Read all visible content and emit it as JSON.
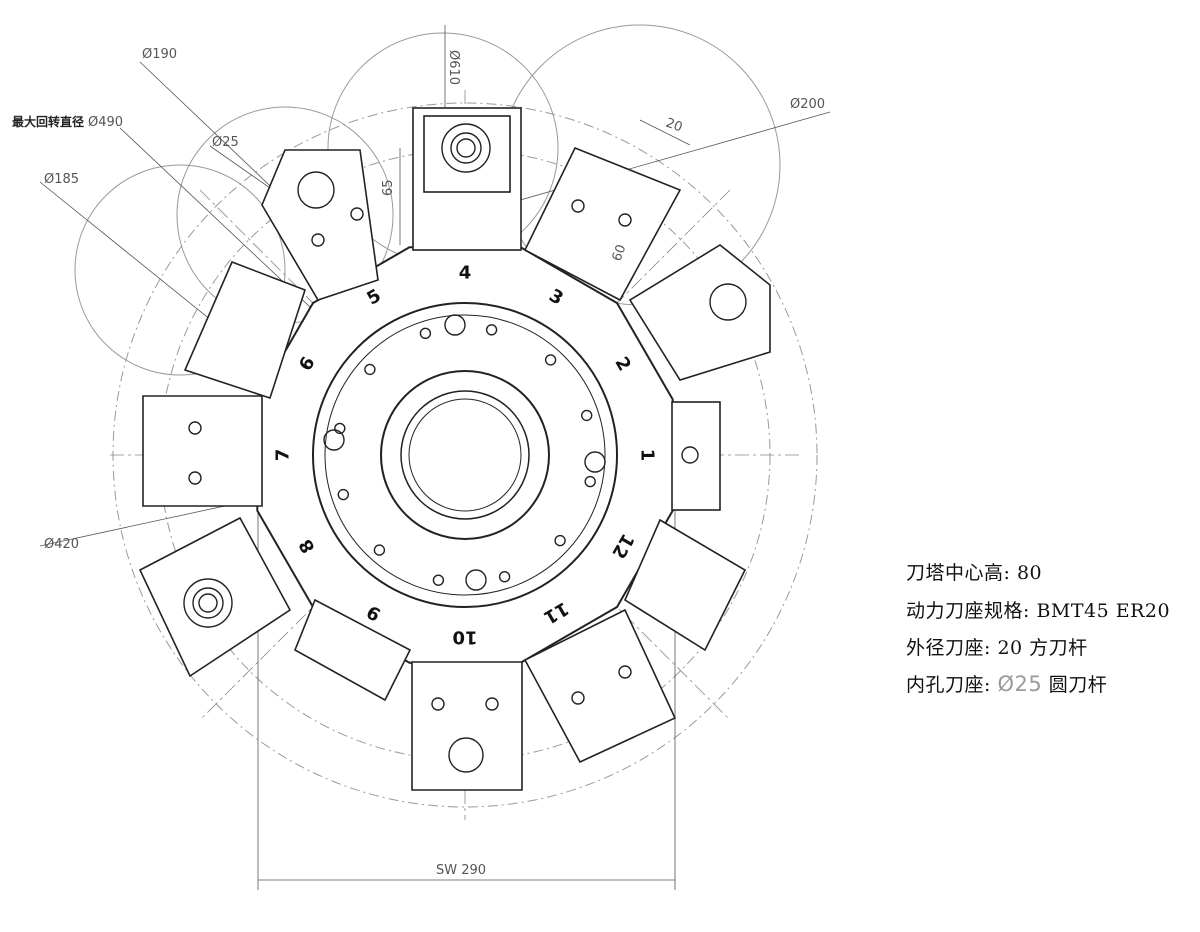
{
  "dimensions": {
    "d190": "Ø190",
    "d610": "Ø610",
    "d200": "Ø200",
    "d490": "Ø490",
    "max_swing_label": "最大回转直径",
    "d25": "Ø25",
    "d185": "Ø185",
    "d420": "Ø420",
    "h65": "65",
    "w20": "20",
    "h60": "60",
    "sw": "SW 290"
  },
  "stations": [
    "1",
    "2",
    "3",
    "4",
    "5",
    "6",
    "7",
    "8",
    "9",
    "10",
    "11",
    "12"
  ],
  "specs": {
    "center_height": "刀塔中心高: 80",
    "power_holder": "动力刀座规格: BMT45 ER20",
    "od_holder": "外径刀座: 20  方刀杆",
    "id_holder_label": "内孔刀座: ",
    "id_holder_dia": "Ø25",
    "id_holder_suffix": "  圆刀杆"
  }
}
